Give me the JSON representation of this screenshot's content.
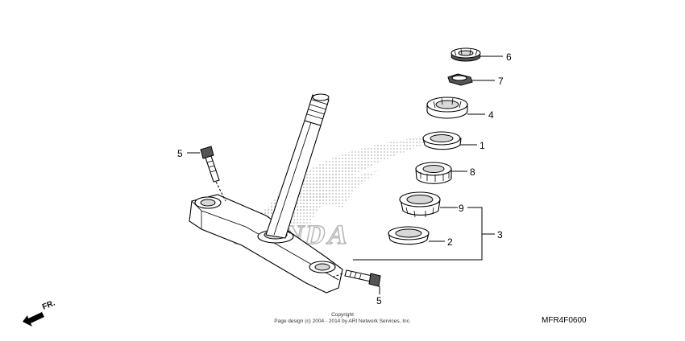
{
  "watermark": {
    "text": "HONDA"
  },
  "callouts": {
    "c6": "6",
    "c7": "7",
    "c4": "4",
    "c1": "1",
    "c8": "8",
    "c9": "9",
    "c2": "2",
    "c3": "3",
    "c5_top": "5",
    "c5_bottom": "5"
  },
  "direction_label": "FR.",
  "copyright": {
    "line1": "Copyright",
    "line2": "Page design (c) 2004 - 2014 by ARI Network Services, Inc."
  },
  "diagram_code": "MFR4F0600",
  "colors": {
    "watermark": "#b8b8b8",
    "line": "#000000"
  }
}
